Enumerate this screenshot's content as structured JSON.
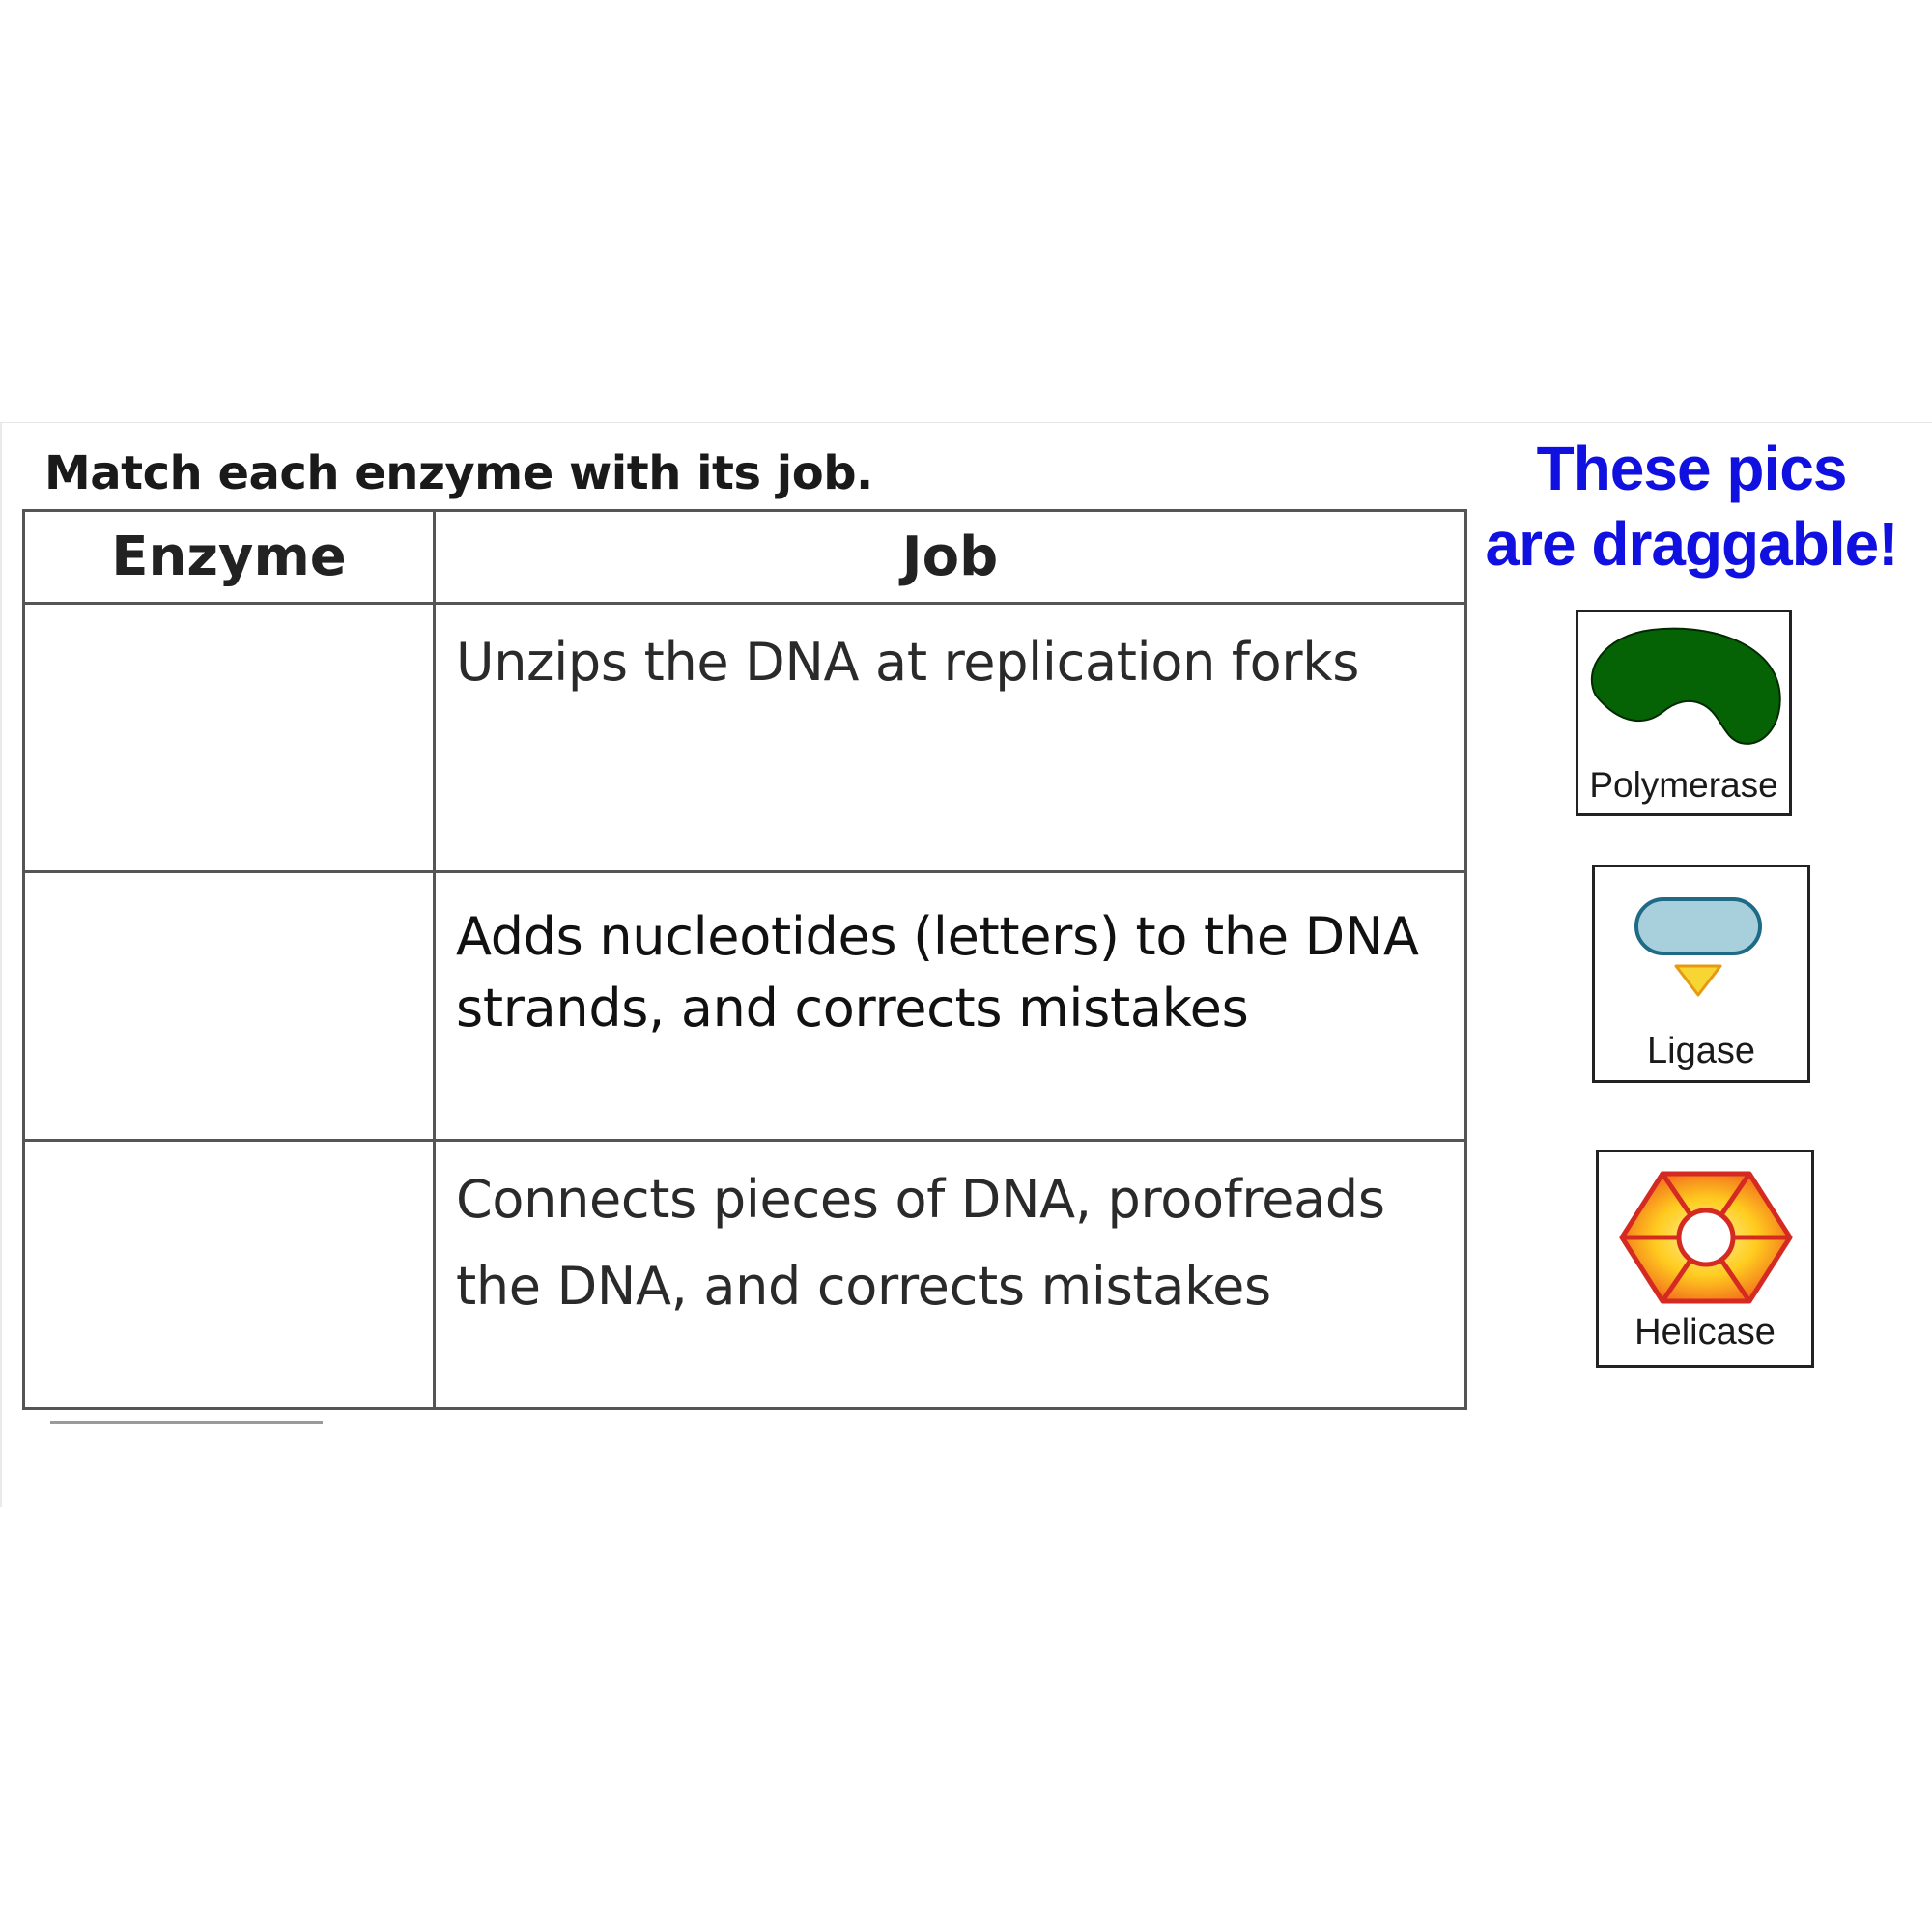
{
  "instruction": "Match each enzyme with its job.",
  "drag_note": {
    "line1": "These pics",
    "line2": "are draggable!"
  },
  "table": {
    "headers": [
      "Enzyme",
      "Job"
    ],
    "rows": [
      {
        "enzyme": "",
        "job": "Unzips the DNA at replication forks"
      },
      {
        "enzyme": "",
        "job": "Adds nucleotides (letters) to the DNA strands, and corrects mistakes"
      },
      {
        "enzyme": "",
        "job": "Connects pieces of DNA, proofreads the DNA, and corrects mistakes"
      }
    ]
  },
  "cards": {
    "polymerase": {
      "label": "Polymerase",
      "icon": "polymerase-blob-icon",
      "color": "#056305"
    },
    "ligase": {
      "label": "Ligase",
      "icon": "ligase-capsule-icon",
      "color": "#a8d0dc",
      "accent": "#f7d634"
    },
    "helicase": {
      "label": "Helicase",
      "icon": "helicase-hexagon-icon",
      "color": "#e8332a",
      "accent": "#ffcc1f"
    }
  },
  "colors": {
    "drag_note": "#1010e0",
    "table_border": "#555555"
  }
}
